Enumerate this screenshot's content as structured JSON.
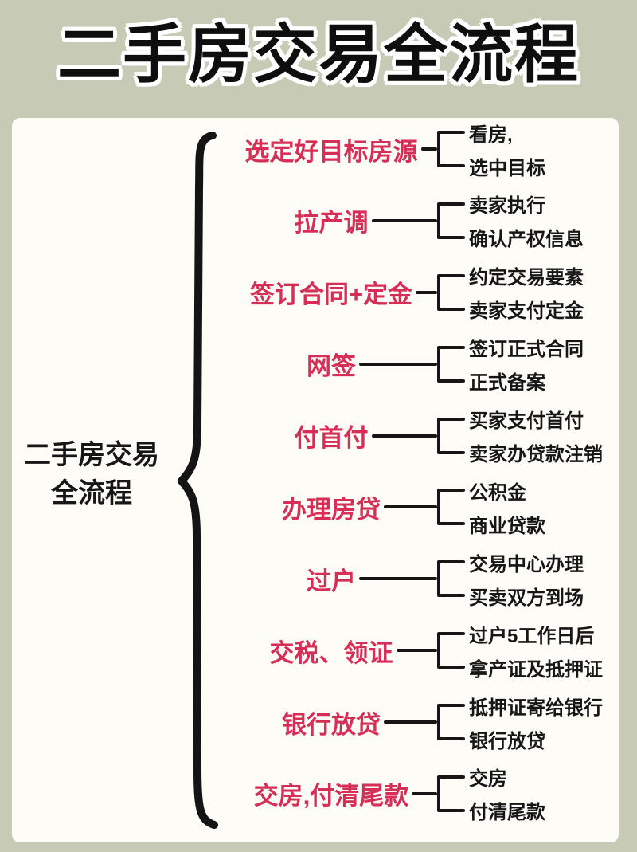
{
  "page": {
    "title": "二手房交易全流程"
  },
  "diagram": {
    "root": {
      "line1": "二手房交易",
      "line2": "全流程"
    },
    "steps": [
      {
        "label": "选定好目标房源",
        "children": [
          "看房,",
          "选中目标"
        ]
      },
      {
        "label": "拉产调",
        "children": [
          "卖家执行",
          "确认产权信息"
        ]
      },
      {
        "label": "签订合同+定金",
        "children": [
          "约定交易要素",
          "卖家支付定金"
        ]
      },
      {
        "label": "网签",
        "children": [
          "签订正式合同",
          "正式备案"
        ]
      },
      {
        "label": "付首付",
        "children": [
          "买家支付首付",
          "卖家办贷款注销"
        ]
      },
      {
        "label": "办理房贷",
        "children": [
          "公积金",
          "商业贷款"
        ]
      },
      {
        "label": "过户",
        "children": [
          "交易中心办理",
          "买卖双方到场"
        ]
      },
      {
        "label": "交税、领证",
        "children": [
          "过户5工作日后",
          "拿产证及抵押证"
        ]
      },
      {
        "label": "银行放贷",
        "children": [
          "抵押证寄给银行",
          "银行放贷"
        ]
      },
      {
        "label": "交房,付清尾款",
        "children": [
          "交房",
          "付清尾款"
        ]
      }
    ]
  },
  "colors": {
    "background": "#c7cab5",
    "card": "#fdfcf7",
    "accent_red": "#d62e56",
    "ink": "#161616",
    "title_outline": "#ffffff"
  }
}
